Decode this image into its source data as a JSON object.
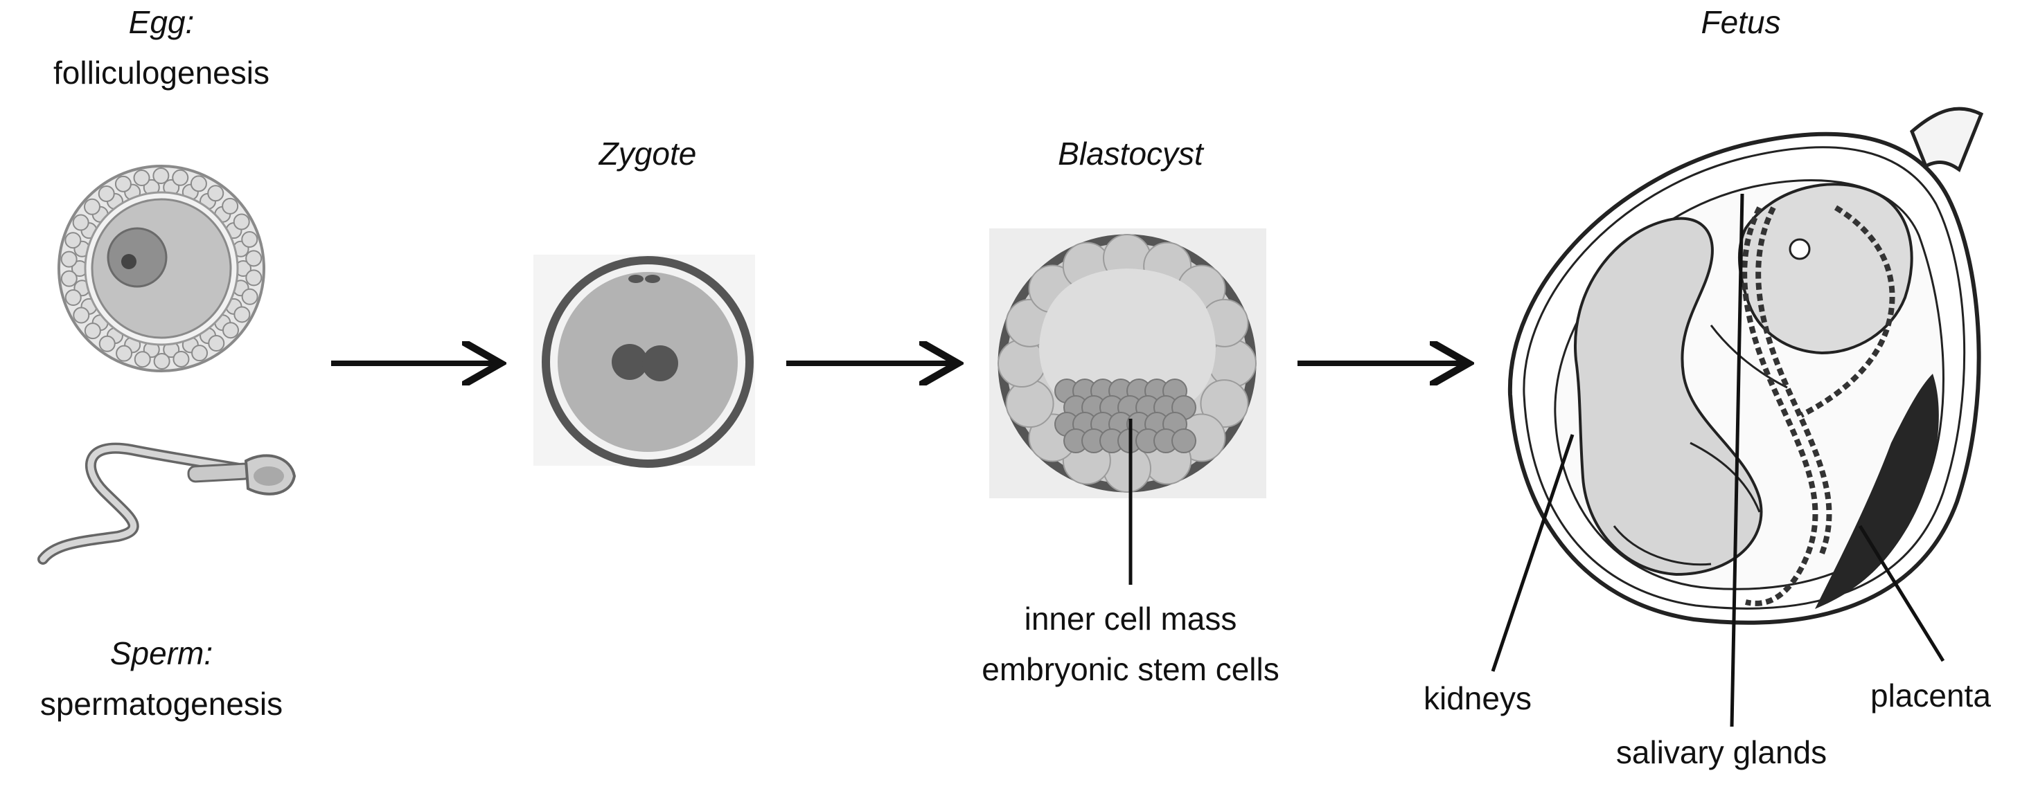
{
  "egg": {
    "title": "Egg:",
    "subtitle": "folliculogenesis"
  },
  "sperm": {
    "title": "Sperm:",
    "subtitle": "spermatogenesis"
  },
  "zygote": {
    "title": "Zygote"
  },
  "blastocyst": {
    "title": "Blastocyst",
    "label_line1": "inner cell mass",
    "label_line2": "embryonic stem cells"
  },
  "fetus": {
    "title": "Fetus",
    "labels": {
      "kidneys": "kidneys",
      "salivary": "salivary glands",
      "placenta": "placenta"
    }
  },
  "colors": {
    "ink": "#111111",
    "membrane": "#555555",
    "cell_fill": "#b9b9b9",
    "nucleus": "#555555"
  }
}
